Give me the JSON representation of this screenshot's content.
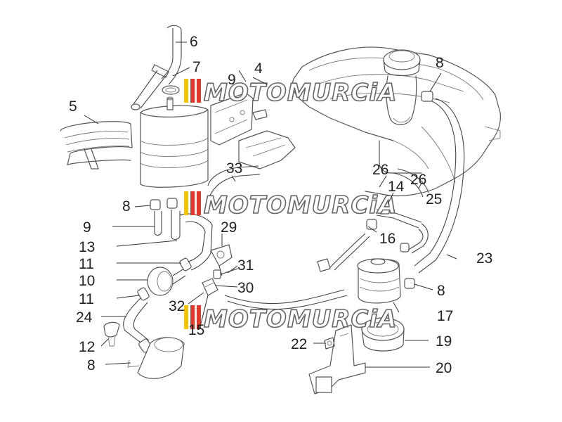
{
  "watermark": {
    "text": "MOTOMURCiA",
    "bar_colors": [
      "#f2c500",
      "#e23a2a",
      "#e23a2a"
    ]
  },
  "callouts": [
    "6",
    "7",
    "9",
    "4",
    "8",
    "5",
    "33",
    "26",
    "26",
    "14",
    "25",
    "8",
    "9",
    "13",
    "29",
    "16",
    "23",
    "11",
    "31",
    "10",
    "30",
    "11",
    "8",
    "32",
    "17",
    "24",
    "22",
    "19",
    "12",
    "15",
    "20",
    "8"
  ]
}
